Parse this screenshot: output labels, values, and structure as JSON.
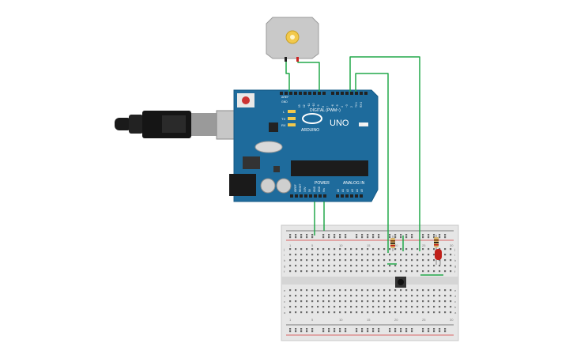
{
  "board": {
    "brand": "ARDUINO",
    "model": "UNO",
    "digital_label": "DIGITAL (PWM~)",
    "power_label": "POWER",
    "analog_label": "ANALOG IN",
    "on_label": "ON",
    "l_label": "L",
    "tx_label": "TX",
    "rx_label": "RX",
    "aref_label": "AREF",
    "gnd_label": "GND",
    "digital_pins": [
      "13",
      "12",
      "~11",
      "~10",
      "~9",
      "8",
      "7",
      "~6",
      "~5",
      "4",
      "~3",
      "2",
      "TX 1",
      "RX 0"
    ],
    "power_pins": [
      "IOREF",
      "RESET",
      "3.3V",
      "5V",
      "GND",
      "GND",
      "Vin"
    ],
    "analog_pins": [
      "A0",
      "A1",
      "A2",
      "A3",
      "A4",
      "A5"
    ]
  },
  "breadboard": {
    "columns": [
      "1",
      "5",
      "10",
      "15",
      "20",
      "25",
      "30"
    ],
    "rows_top": [
      "j",
      "i",
      "h",
      "g",
      "f"
    ],
    "rows_bottom": [
      "e",
      "d",
      "c",
      "b",
      "a"
    ]
  },
  "colors": {
    "board": "#1e6b9c",
    "wire": "#22a84a",
    "led": "#c0201a",
    "rail_red": "#d43a3a",
    "rail_black": "#555555"
  }
}
